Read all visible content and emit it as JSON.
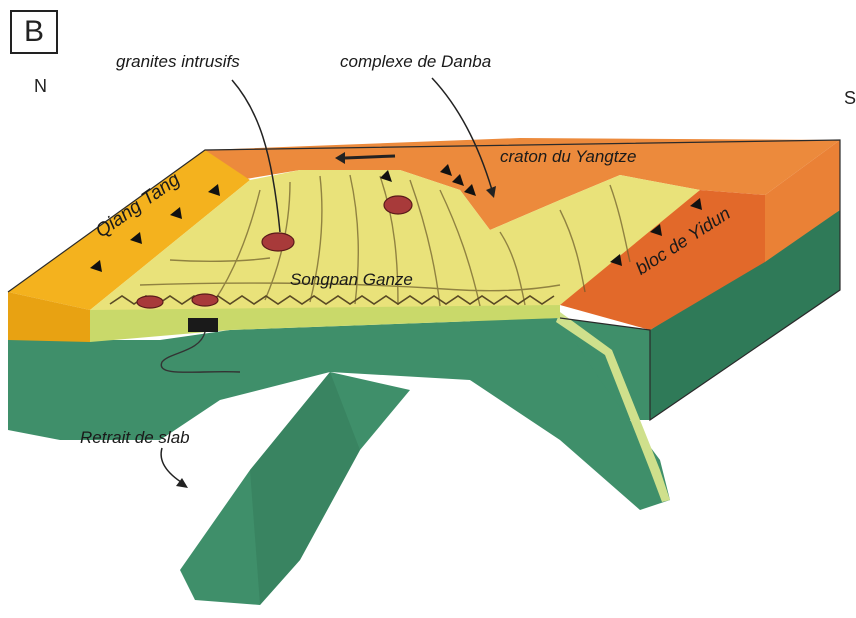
{
  "panel_letter": "B",
  "compass": {
    "north": "N",
    "south": "S"
  },
  "labels": {
    "granites": "granites intrusifs",
    "danba": "complexe de Danba",
    "yangtze": "craton du Yangtze",
    "qiangtang": "Qiang Tang",
    "yidun": "bloc de Yidun",
    "songpan": "Songpan Ganze",
    "slab": "Retrait de slab"
  },
  "colors": {
    "mantle_green": "#3f8f6a",
    "mantle_dark": "#2f6e52",
    "orange_craton": "#ec8a3c",
    "orange_dark": "#e2692a",
    "yellow_block": "#f4b21e",
    "songpan_yellow": "#e9e27a",
    "granite_red": "#a83a3a"
  }
}
